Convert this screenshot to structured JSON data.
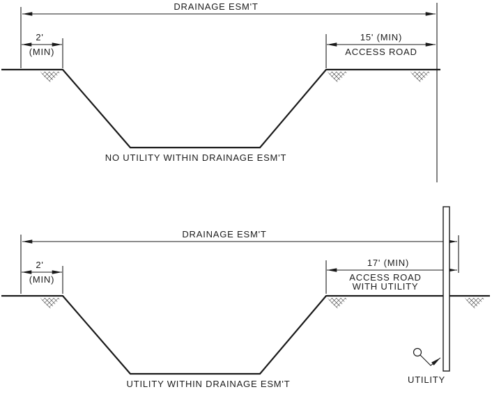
{
  "page": {
    "background": "#ffffff",
    "line_color": "#1a1a1a"
  },
  "top_section": {
    "easement_dim_label": "DRAINAGE ESM'T",
    "left_dim": {
      "value": "2'",
      "qualifier": "(MIN)"
    },
    "right_dim": {
      "value": "15' (MIN)",
      "label": "ACCESS ROAD"
    },
    "caption": "NO UTILITY WITHIN DRAINAGE ESM'T"
  },
  "bottom_section": {
    "easement_dim_label": "DRAINAGE ESM'T",
    "left_dim": {
      "value": "2'",
      "qualifier": "(MIN)"
    },
    "right_dim": {
      "value": "17' (MIN)",
      "label_line1": "ACCESS ROAD",
      "label_line2": "WITH UTILITY"
    },
    "utility_label": "UTILITY",
    "caption": "UTILITY WITHIN DRAINAGE ESM'T"
  }
}
